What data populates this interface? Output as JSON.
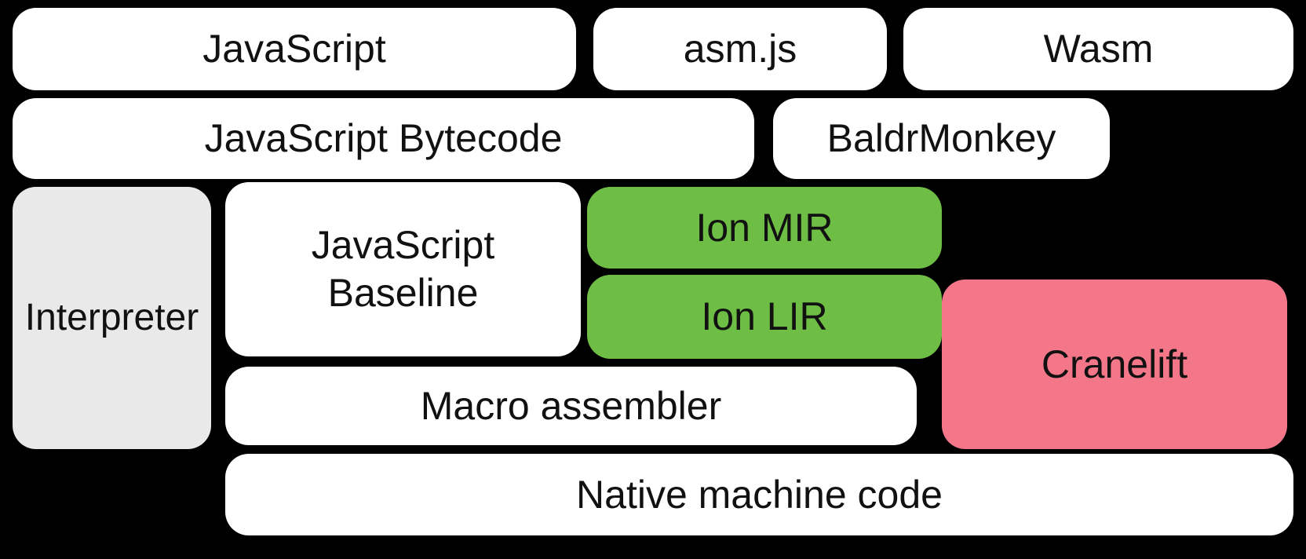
{
  "diagram": {
    "background": "#000000",
    "colors": {
      "box_white": "#ffffff",
      "box_gray": "#e9e9e9",
      "box_green": "#6ebe45",
      "box_pink": "#f47789",
      "label_text": "#111111"
    },
    "boxes": {
      "javascript": {
        "label": "JavaScript"
      },
      "asmjs": {
        "label": "asm.js"
      },
      "wasm": {
        "label": "Wasm"
      },
      "js_bytecode": {
        "label": "JavaScript Bytecode"
      },
      "baldrmonkey": {
        "label": "BaldrMonkey"
      },
      "interpreter": {
        "label": "Interpreter"
      },
      "js_baseline": {
        "label": "JavaScript Baseline"
      },
      "ion_mir": {
        "label": "Ion MIR"
      },
      "ion_lir": {
        "label": "Ion LIR"
      },
      "cranelift": {
        "label": "Cranelift"
      },
      "macro_assembler": {
        "label": "Macro assembler"
      },
      "native_machine_code": {
        "label": "Native machine code"
      }
    }
  }
}
